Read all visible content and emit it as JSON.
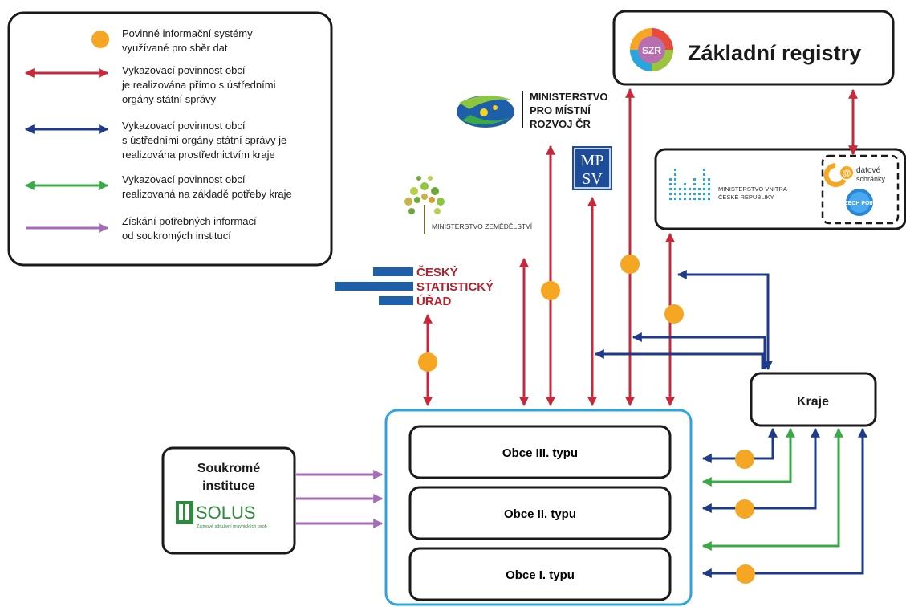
{
  "legend": {
    "items": [
      {
        "symbol": "orange-dot-icon",
        "line1": "Povinné informační systémy",
        "line2": "využívané pro sběr dat",
        "line3": ""
      },
      {
        "symbol": "red-double-arrow-icon",
        "line1": "Vykazovací povinnost obcí",
        "line2": "je realizována přímo s ústředními",
        "line3": "orgány státní správy"
      },
      {
        "symbol": "blue-double-arrow-icon",
        "line1": "Vykazovací povinnost obcí",
        "line2": "s ústředními orgány státní správy je",
        "line3": "realizována prostřednictvím kraje"
      },
      {
        "symbol": "green-double-arrow-icon",
        "line1": "Vykazovací povinnost obcí",
        "line2": "realizovaná na základě potřeby kraje",
        "line3": ""
      },
      {
        "symbol": "purple-arrow-icon",
        "line1": "Získání potřebných informací",
        "line2": "od soukromých institucí",
        "line3": ""
      }
    ]
  },
  "registry": {
    "badge": "SZR",
    "title": "Základní registry"
  },
  "mmr": {
    "line1": "MINISTERSTVO",
    "line2": "PRO MÍSTNÍ",
    "line3": "ROZVOJ ČR"
  },
  "mpsv": {
    "top": "MP",
    "bottom": "SV"
  },
  "mze": {
    "label": "MINISTERSTVO ZEMĚDĚLSTVÍ"
  },
  "mv": {
    "line1": "MINISTERSTVO VNITRA",
    "line2": "ČESKÉ REPUBLIKY"
  },
  "datove": {
    "line1": "datové",
    "line2": "schránky"
  },
  "czechpoint": {
    "label": "CZECH POINT"
  },
  "csu": {
    "line1": "ČESKÝ",
    "line2": "STATISTICKÝ",
    "line3": "ÚŘAD"
  },
  "kraje": {
    "label": "Kraje"
  },
  "soukrome": {
    "line1": "Soukromé",
    "line2": "instituce"
  },
  "solus": {
    "name": "SOLUS",
    "subtitle": "Zájmové sdružení právnických osob"
  },
  "obce": [
    {
      "label": "Obce III. typu"
    },
    {
      "label": "Obce II. typu"
    },
    {
      "label": "Obce I. typu"
    }
  ],
  "colors": {
    "red": "#c8283a",
    "blue": "#1f3a8a",
    "green": "#3aaa47",
    "purple": "#a66bb8",
    "orange": "#f5a623",
    "cyan": "#2aa6dc",
    "csu_blue": "#1d5fa8",
    "csu_red": "#b3232f"
  }
}
